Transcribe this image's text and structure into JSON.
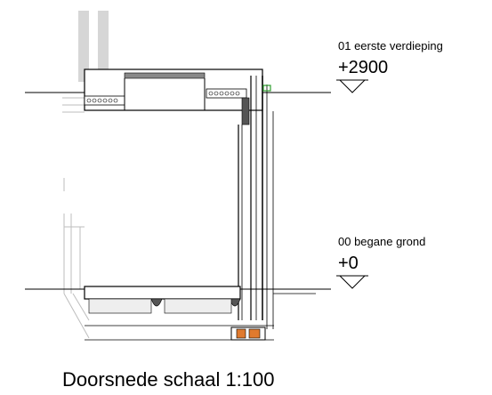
{
  "levels": [
    {
      "name": "01 eerste verdieping",
      "elevation": "+2900"
    },
    {
      "name": "00 begane grond",
      "elevation": "+0"
    }
  ],
  "caption": "Doorsnede schaal 1:100",
  "colors": {
    "line": "#000000",
    "grey": "#9a9a9a",
    "light": "#cfcfcf",
    "dark": "#3a3a3a",
    "accent_green": "#2e9e2e",
    "accent_orange": "#e07a2e"
  }
}
